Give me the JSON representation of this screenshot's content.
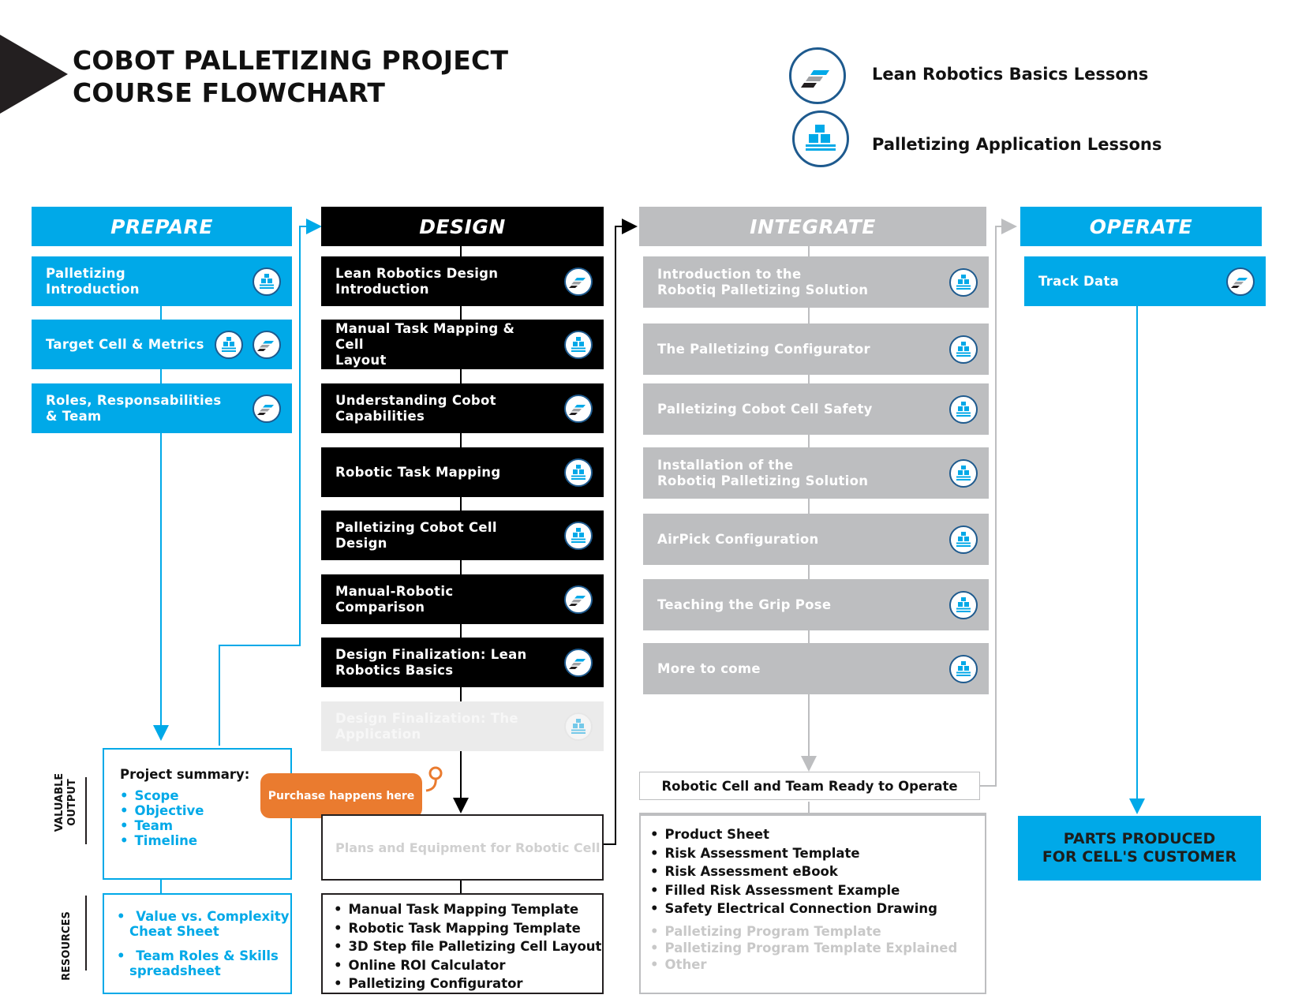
{
  "title": {
    "line1": "COBOT PALLETIZING PROJECT",
    "line2": "COURSE FLOWCHART"
  },
  "legend": {
    "lean": "Lean Robotics Basics Lessons",
    "palletizing": "Palletizing Application Lessons"
  },
  "columns": {
    "prepare": {
      "header": "PREPARE",
      "items": [
        {
          "line1": "Palletizing",
          "line2": "Introduction",
          "icon": "pallet-icon"
        },
        {
          "line1": "Target Cell & Metrics",
          "line2": "",
          "icon": "pallet-icon+lean-robotics-icon"
        },
        {
          "line1": "Roles, Responsabilities",
          "line2": "& Team",
          "icon": "lean-robotics-icon"
        }
      ]
    },
    "design": {
      "header": "DESIGN",
      "items": [
        {
          "line1": "Lean Robotics Design",
          "line2": "Introduction",
          "icon": "lean-robotics-icon"
        },
        {
          "line1": "Manual Task Mapping & Cell",
          "line2": "Layout",
          "icon": "pallet-icon"
        },
        {
          "line1": "Understanding Cobot",
          "line2": "Capabilities",
          "icon": "lean-robotics-icon"
        },
        {
          "line1": "Robotic Task Mapping",
          "line2": "",
          "icon": "pallet-icon"
        },
        {
          "line1": "Palletizing Cobot Cell Design",
          "line2": "",
          "icon": "pallet-icon"
        },
        {
          "line1": "Manual-Robotic Comparison",
          "line2": "",
          "icon": "lean-robotics-icon"
        },
        {
          "line1": "Design Finalization: Lean",
          "line2": "Robotics Basics",
          "icon": "lean-robotics-icon"
        },
        {
          "line1": "Design Finalization: The",
          "line2": "Application",
          "icon": "pallet-icon"
        }
      ]
    },
    "integrate": {
      "header": "INTEGRATE",
      "items": [
        {
          "line1": "Introduction to the",
          "line2": "Robotiq Palletizing Solution",
          "icon": "pallet-icon"
        },
        {
          "line1": "The Palletizing Configurator",
          "line2": "",
          "icon": "pallet-icon"
        },
        {
          "line1": "Palletizing Cobot Cell Safety",
          "line2": "",
          "icon": "pallet-icon"
        },
        {
          "line1": "Installation of the",
          "line2": "Robotiq Palletizing Solution",
          "icon": "pallet-icon"
        },
        {
          "line1": "AirPick Configuration",
          "line2": "",
          "icon": "pallet-icon"
        },
        {
          "line1": "Teaching the Grip Pose",
          "line2": "",
          "icon": "pallet-icon"
        },
        {
          "line1": "More to come",
          "line2": "",
          "icon": "pallet-icon"
        }
      ]
    },
    "operate": {
      "header": "OPERATE",
      "items": [
        {
          "line1": "Track Data",
          "line2": "",
          "icon": "lean-robotics-icon"
        }
      ]
    }
  },
  "side_labels": {
    "output_line1": "VALUABLE",
    "output_line2": "OUTPUT",
    "resources": "RESOURCES"
  },
  "outputs": {
    "prepare": {
      "heading": "Project summary:",
      "items": [
        "Scope",
        "Objective",
        "Team",
        "Timeline"
      ]
    },
    "purchase": "Purchase happens here",
    "design": "Plans and Equipment for Robotic Cell",
    "integrate": "Robotic Cell and Team Ready to Operate",
    "operate": {
      "line1": "PARTS PRODUCED",
      "line2": "FOR CELL'S CUSTOMER"
    }
  },
  "resources": {
    "prepare": [
      {
        "line1": "Value vs. Complexity",
        "line2": "Cheat Sheet"
      },
      {
        "line1": "Team Roles & Skills",
        "line2": "spreadsheet"
      }
    ],
    "design": [
      "Manual Task Mapping Template",
      "Robotic Task Mapping Template",
      "3D Step file Palletizing Cell Layout",
      "Online ROI Calculator",
      "Palletizing Configurator"
    ],
    "integrate": [
      "Product Sheet",
      "Risk Assessment Template",
      "Risk Assessment eBook",
      "Filled Risk Assessment Example",
      "Safety Electrical Connection Drawing"
    ],
    "integrate_faint": [
      "Palletizing Program Template",
      "Palletizing  Program Template Explained",
      "Other"
    ]
  },
  "colors": {
    "blue": "#00a9e8",
    "black": "#000000",
    "grey": "#bdbec0",
    "orange": "#ea7b2f",
    "navy": "#1e5a8e"
  }
}
